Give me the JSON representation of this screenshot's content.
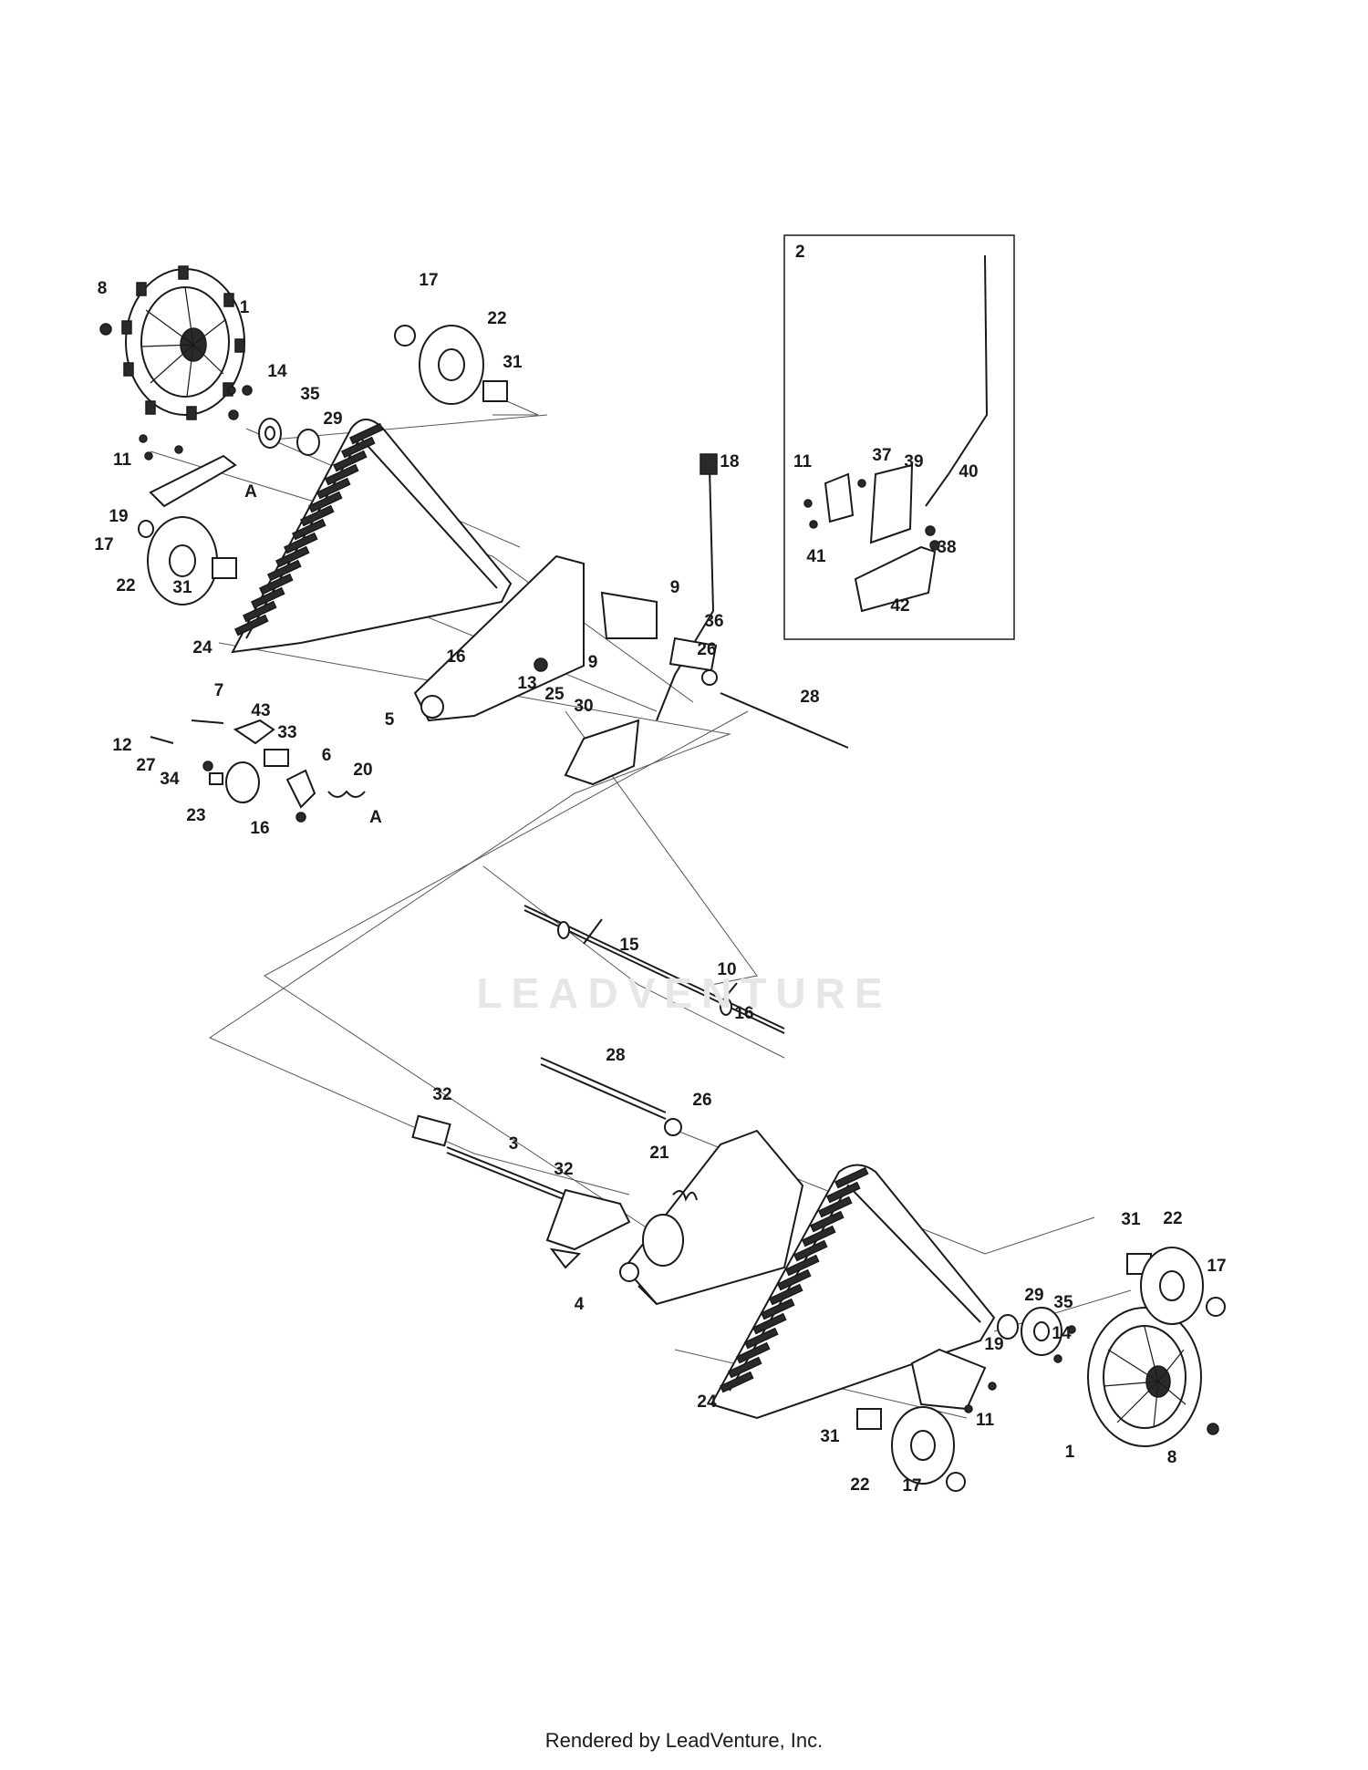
{
  "diagram": {
    "inset_label": "2",
    "watermark": "LEADVENTURE",
    "footer": "Rendered by LeadVenture, Inc.",
    "callouts": [
      {
        "text": "8"
      },
      {
        "text": "1"
      },
      {
        "text": "17"
      },
      {
        "text": "22"
      },
      {
        "text": "14"
      },
      {
        "text": "35"
      },
      {
        "text": "31"
      },
      {
        "text": "29"
      },
      {
        "text": "11"
      },
      {
        "text": "A"
      },
      {
        "text": "19"
      },
      {
        "text": "17"
      },
      {
        "text": "22"
      },
      {
        "text": "31"
      },
      {
        "text": "24"
      },
      {
        "text": "16"
      },
      {
        "text": "18"
      },
      {
        "text": "9"
      },
      {
        "text": "9"
      },
      {
        "text": "36"
      },
      {
        "text": "26"
      },
      {
        "text": "5"
      },
      {
        "text": "13"
      },
      {
        "text": "25"
      },
      {
        "text": "30"
      },
      {
        "text": "28"
      },
      {
        "text": "7"
      },
      {
        "text": "43"
      },
      {
        "text": "12"
      },
      {
        "text": "33"
      },
      {
        "text": "27"
      },
      {
        "text": "34"
      },
      {
        "text": "6"
      },
      {
        "text": "20"
      },
      {
        "text": "23"
      },
      {
        "text": "16"
      },
      {
        "text": "A"
      },
      {
        "text": "11"
      },
      {
        "text": "37"
      },
      {
        "text": "39"
      },
      {
        "text": "40"
      },
      {
        "text": "38"
      },
      {
        "text": "41"
      },
      {
        "text": "42"
      },
      {
        "text": "15"
      },
      {
        "text": "10"
      },
      {
        "text": "16"
      },
      {
        "text": "28"
      },
      {
        "text": "32"
      },
      {
        "text": "26"
      },
      {
        "text": "3"
      },
      {
        "text": "32"
      },
      {
        "text": "21"
      },
      {
        "text": "4"
      },
      {
        "text": "31"
      },
      {
        "text": "22"
      },
      {
        "text": "17"
      },
      {
        "text": "29"
      },
      {
        "text": "35"
      },
      {
        "text": "14"
      },
      {
        "text": "19"
      },
      {
        "text": "24"
      },
      {
        "text": "11"
      },
      {
        "text": "31"
      },
      {
        "text": "1"
      },
      {
        "text": "8"
      },
      {
        "text": "22"
      },
      {
        "text": "17"
      }
    ]
  }
}
